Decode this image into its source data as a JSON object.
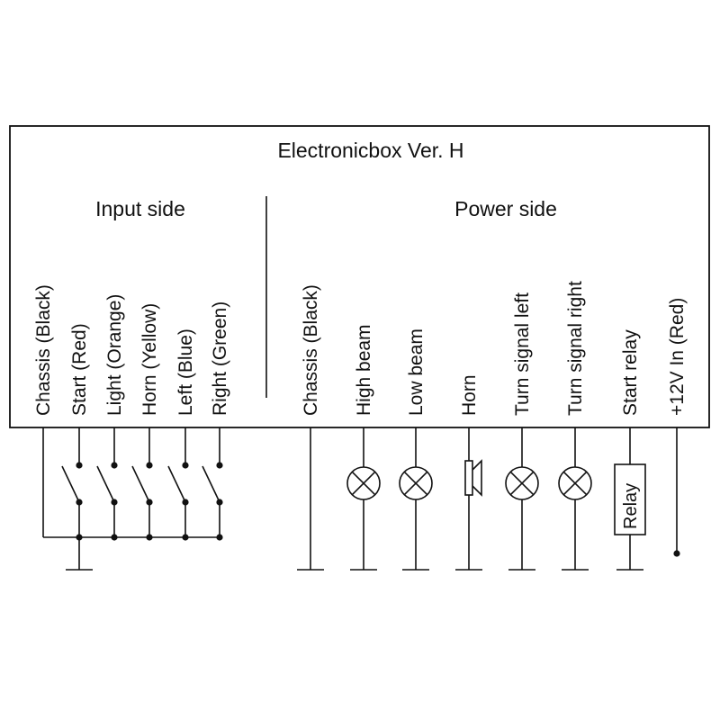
{
  "title": "Electronicbox Ver. H",
  "sections": {
    "input": "Input side",
    "power": "Power side"
  },
  "input_pins": [
    {
      "label": "Chassis (Black)",
      "component": "ground"
    },
    {
      "label": "Start (Red)",
      "component": "switch"
    },
    {
      "label": "Light (Orange)",
      "component": "switch"
    },
    {
      "label": "Horn (Yellow)",
      "component": "switch"
    },
    {
      "label": "Left (Blue)",
      "component": "switch"
    },
    {
      "label": "Right (Green)",
      "component": "switch"
    }
  ],
  "power_pins": [
    {
      "label": "Chassis (Black)",
      "component": "ground"
    },
    {
      "label": "High beam",
      "component": "lamp"
    },
    {
      "label": "Low beam",
      "component": "lamp"
    },
    {
      "label": "Horn",
      "component": "horn"
    },
    {
      "label": "Turn signal left",
      "component": "lamp"
    },
    {
      "label": "Turn signal right",
      "component": "lamp"
    },
    {
      "label": "Start relay",
      "component": "relay"
    },
    {
      "label": "+12V In (Red)",
      "component": "terminal"
    }
  ],
  "relay_label": "Relay",
  "colors": {
    "line": "#111111",
    "background": "#ffffff"
  }
}
